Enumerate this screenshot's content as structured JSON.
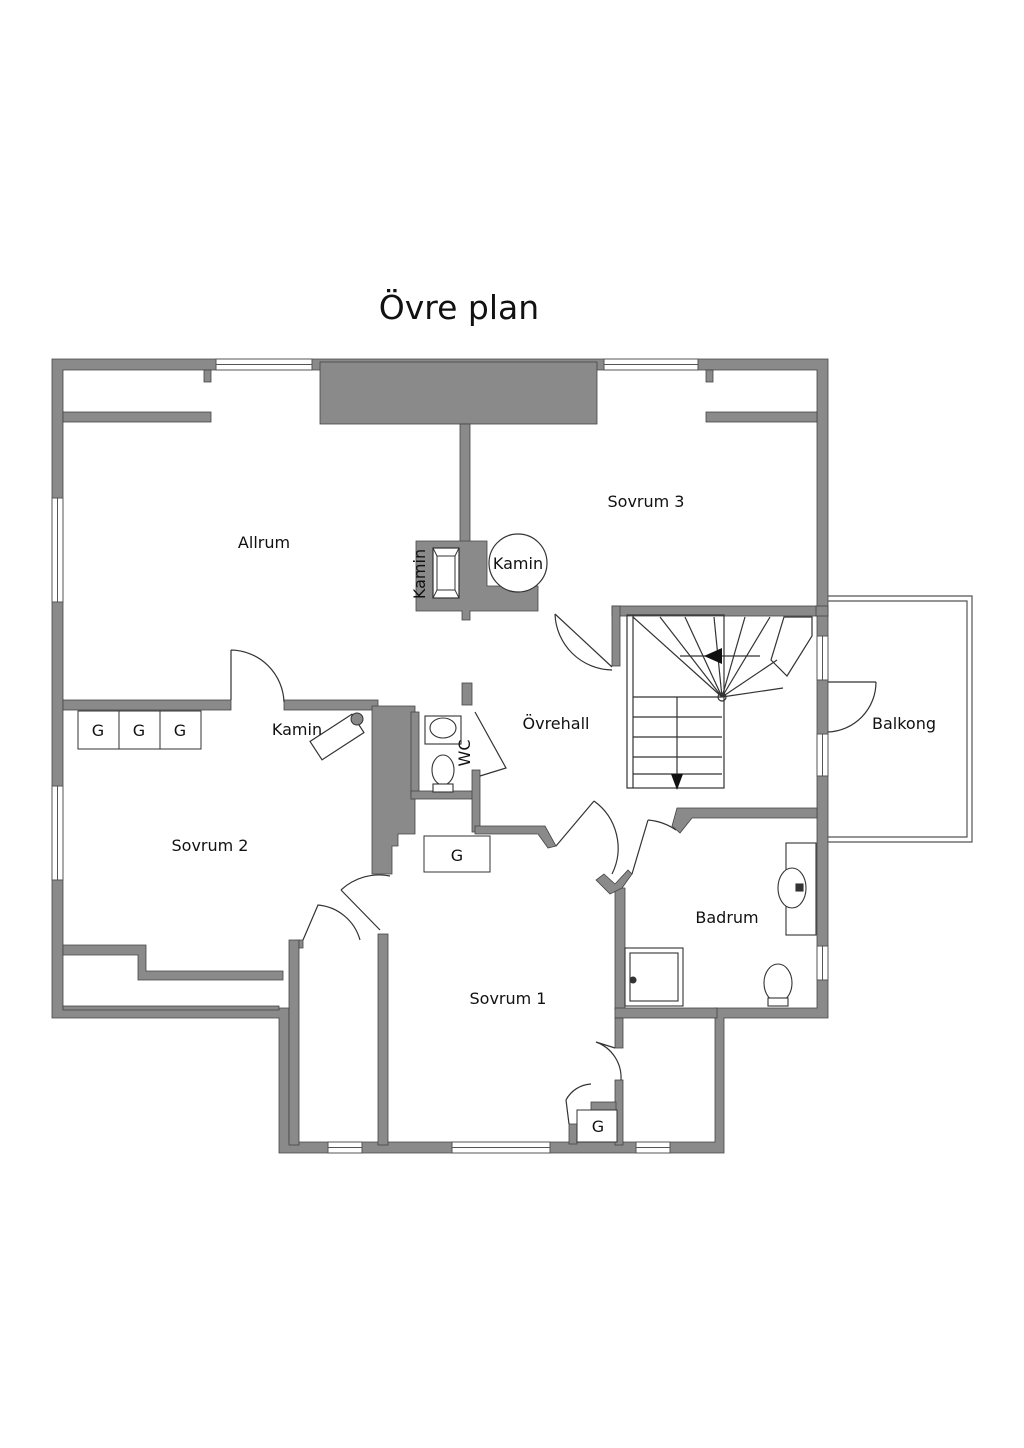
{
  "title": "Övre plan",
  "colors": {
    "wall": "#8a8a8a",
    "line": "#333333",
    "background": "#ffffff"
  },
  "rooms": {
    "allrum": "Allrum",
    "sovrum3": "Sovrum 3",
    "ovrehall": "Övrehall",
    "sovrum2": "Sovrum 2",
    "sovrum1": "Sovrum 1",
    "badrum": "Badrum",
    "balkong": "Balkong"
  },
  "fixtures": {
    "kamin_allrum": "Kamin",
    "kamin_sovrum3": "Kamin",
    "kamin_sovrum2": "Kamin",
    "wc": "WC",
    "wardrobe": "G"
  }
}
